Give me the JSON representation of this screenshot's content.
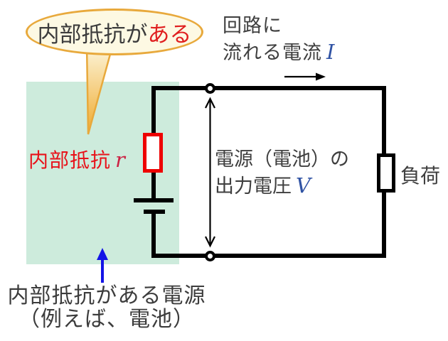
{
  "bubble": {
    "text_black": "内部抵抗が",
    "text_red": "ある"
  },
  "labels": {
    "current_line1": "回路に",
    "current_line2": "流れる電流",
    "current_symbol": "I",
    "voltage_line1": "電源（電池）の",
    "voltage_line2": "出力電圧",
    "voltage_symbol": "V",
    "internal_resistance": "内部抵抗",
    "internal_resistance_symbol": "r",
    "load": "負荷",
    "source_note_line1": "内部抵抗がある電源",
    "source_note_line2": "（例えば、電池）"
  },
  "colors": {
    "highlight_green": "#CDEBDC",
    "bubble_fill": "#FDF9E3",
    "bubble_border": "#E8A93C",
    "resistor_red": "#EE0000",
    "text_red": "#E8121A",
    "math_blue": "#3053A4",
    "pointer_blue": "#1414E6",
    "wire_black": "#000000",
    "text_gray": "#3F3F3F"
  }
}
